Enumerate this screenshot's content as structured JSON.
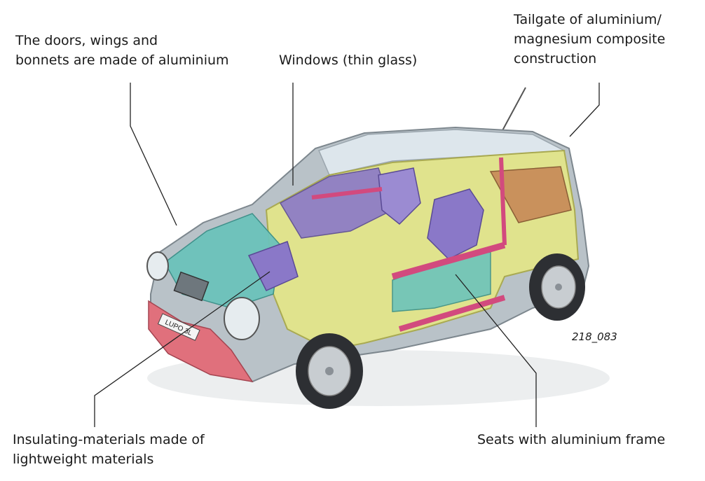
{
  "callouts": {
    "doors": [
      "The doors, wings and",
      "bonnets are made of aluminium"
    ],
    "windows": [
      "Windows (thin glass)"
    ],
    "tailgate": [
      "Tailgate of aluminium/",
      "magnesium composite",
      "construction"
    ],
    "insulation": [
      "Insulating-materials made of",
      "lightweight materials"
    ],
    "seats": [
      "Seats with aluminium frame"
    ]
  },
  "figure_number": "218_083",
  "license_plate": "LUPO 3L",
  "colors": {
    "body_silver": "#b9c2c8",
    "frame_yellow": "#e3e58a",
    "cyan_panels": "#6cc3bb",
    "purple_glass": "#8a78c8",
    "pink_rails": "#d24a7e",
    "bumper_red": "#e0707c",
    "floor_tan": "#c9915c",
    "tire": "#2d2f33"
  }
}
